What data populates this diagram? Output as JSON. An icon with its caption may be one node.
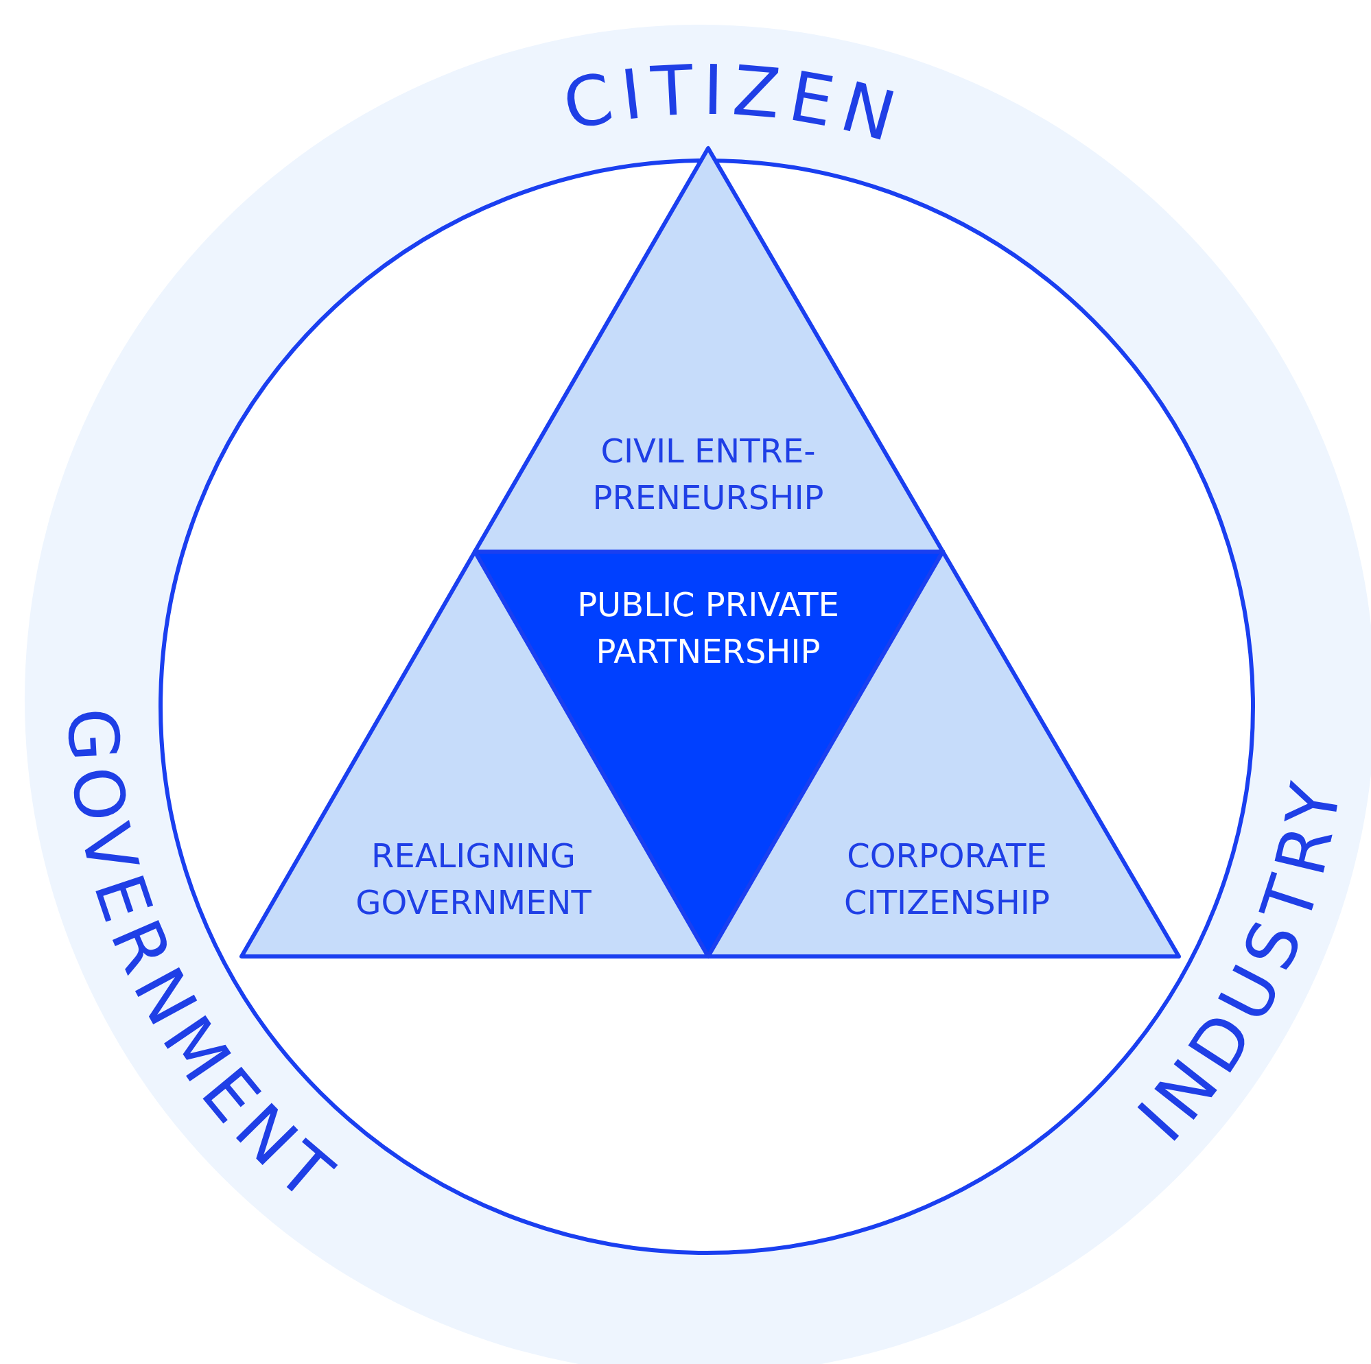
{
  "diagram": {
    "nodes": [
      {
        "text": [
          "CIVIL ENTRE- PRENEURSHIP"
        ]
      },
      {
        "text": [
          "PUBLIC PRIVATE PARTNERSHIP"
        ]
      },
      {
        "text": [
          "REALIGNING GOVERNMENT"
        ]
      },
      {
        "text": [
          "CORPORATE CITIZENSHIP"
        ]
      }
    ],
    "labels": [
      "CITIZEN",
      "GOVERNMENT",
      "INDUSTRY"
    ]
  }
}
